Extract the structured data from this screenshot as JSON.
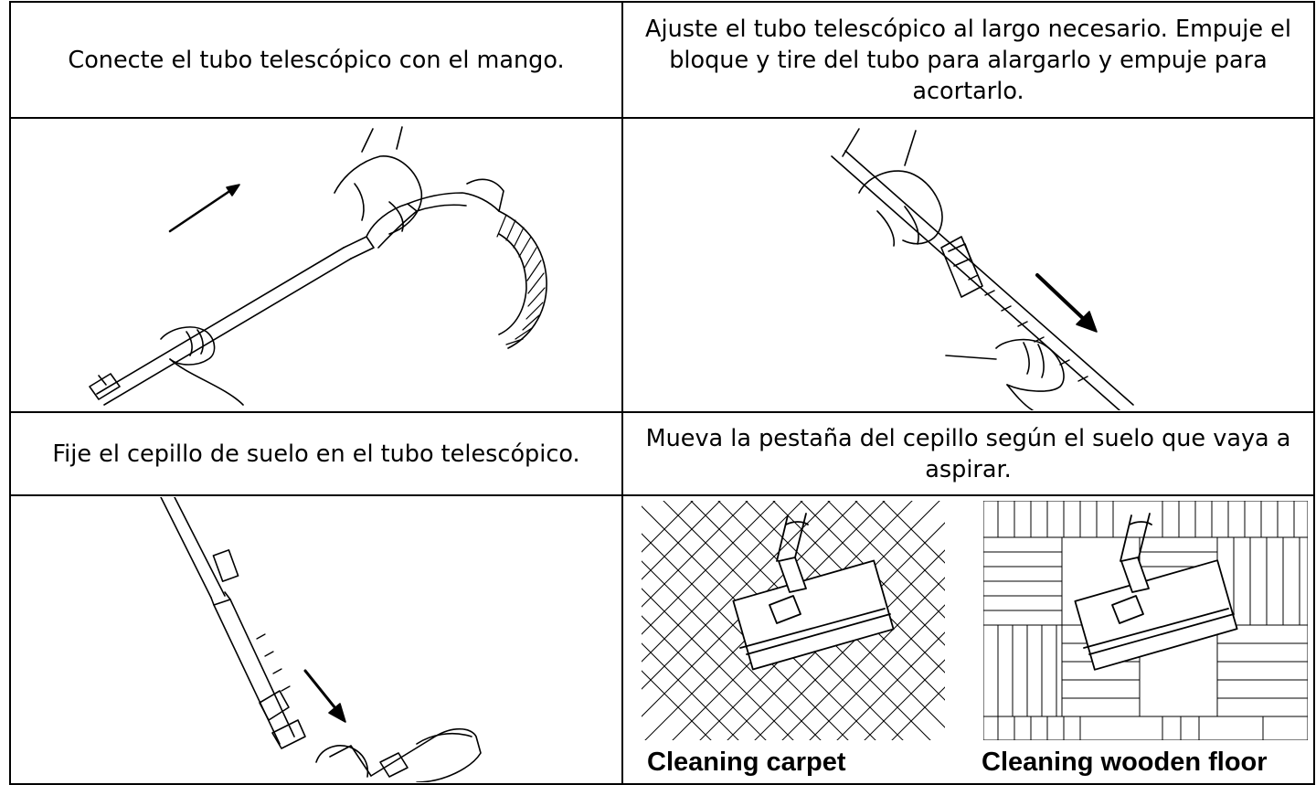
{
  "steps": [
    {
      "text": "Conecte el tubo telescópico con el mango."
    },
    {
      "text": "Ajuste el tubo telescópico al largo necesario. Empuje el bloque y tire del tubo para alargarlo y empuje para acortarlo."
    },
    {
      "text": "Fije el cepillo de suelo en el tubo telescópico."
    },
    {
      "text": "Mueva la pestaña del cepillo según el suelo que vaya a aspirar."
    }
  ],
  "illustrations": {
    "carpet_caption": "Cleaning carpet",
    "wood_caption": "Cleaning wooden floor"
  },
  "colors": {
    "line": "#000000",
    "background": "#ffffff",
    "border": "#000000"
  }
}
